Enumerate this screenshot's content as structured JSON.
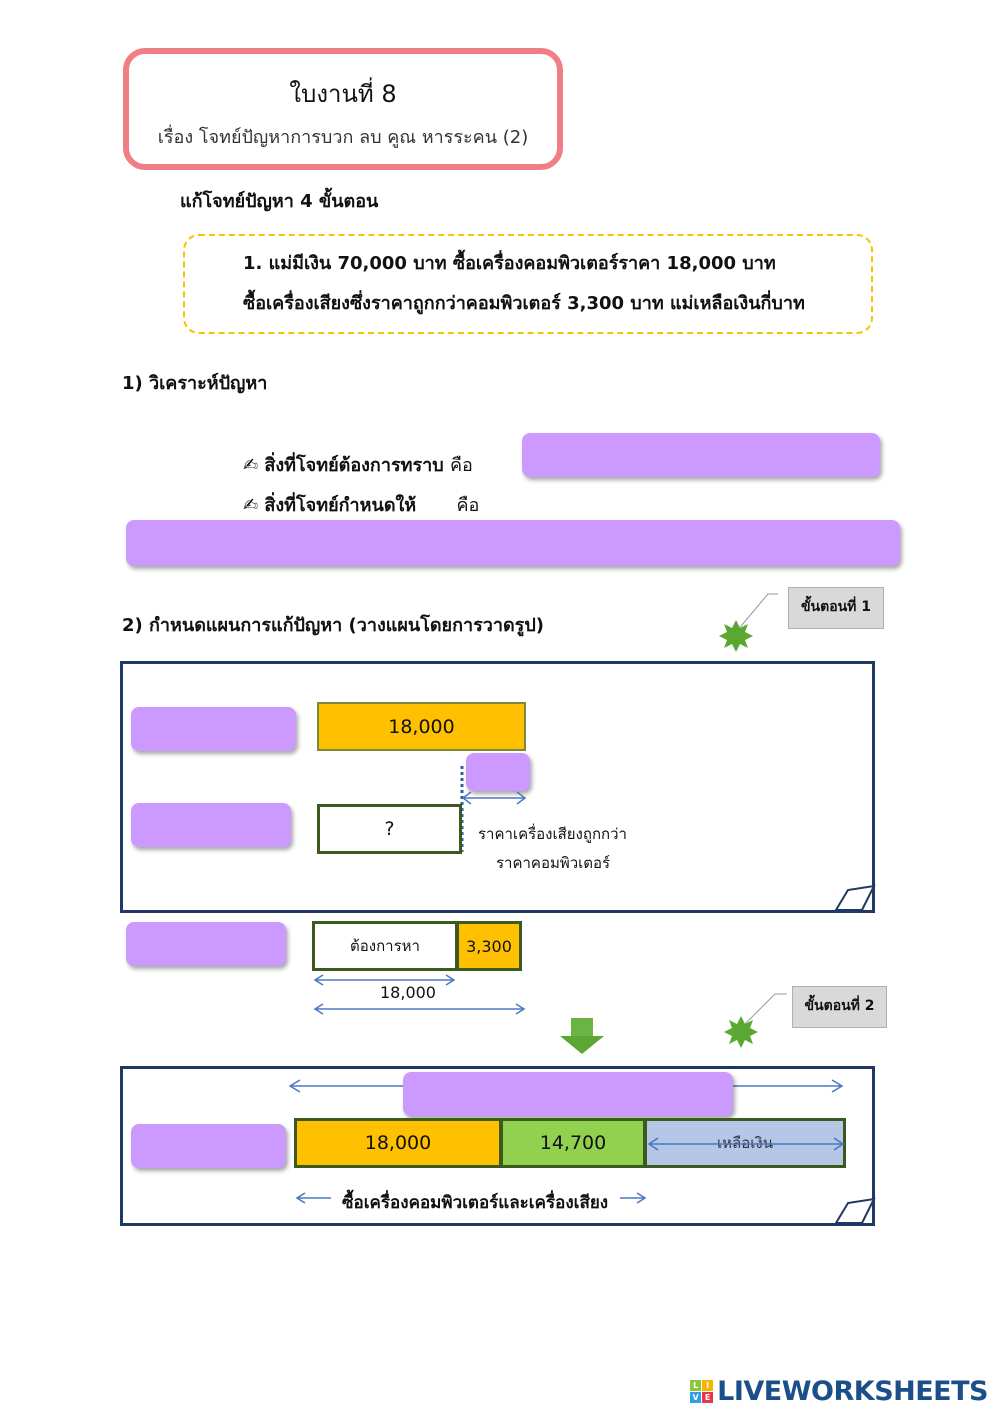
{
  "header": {
    "title": "ใบงานที่ 8",
    "subtitle": "เรื่อง โจทย์ปัญหาการบวก ลบ คูณ หารระคน (2)"
  },
  "steps_heading": "แก้โจทย์ปัญหา 4 ขั้นตอน",
  "problem": {
    "line1": "1.  แม่มีเงิน  70,000 บาท  ซื้อเครื่องคอมพิวเตอร์ราคา 18,000  บาท",
    "line2": "ซื้อเครื่องเสียงซึ่งราคาถูกกว่าคอมพิวเตอร์ 3,300 บาท  แม่เหลือเงินกี่บาท"
  },
  "section1": {
    "heading": "1) วิเคราะห์ปัญหา",
    "rows": [
      {
        "icon": "writing-hand-icon",
        "label": "สิ่งที่โจทย์ต้องการทราบ",
        "is": "คือ"
      },
      {
        "icon": "writing-hand-icon",
        "label": "สิ่งที่โจทย์กำหนดให้",
        "is": "คือ"
      }
    ]
  },
  "section2": {
    "heading": "2) กำหนดแผนการแก้ปัญหา (วางแผนโดยการวาดรูป)",
    "callout1": "ขั้นตอนที่ 1",
    "callout2": "ขั้นตอนที่ 2",
    "diagram1": {
      "computer_value": "18,000",
      "unknown": "?",
      "note_line1": "ราคาเครื่องเสียงถูกกว่า",
      "note_line2": "ราคาคอมพิวเตอร์"
    },
    "diagram_mid": {
      "want_label": "ต้องการหา",
      "diff_value": "3,300",
      "total_value": "18,000"
    },
    "diagram2": {
      "computer_value": "18,000",
      "speaker_value": "14,700",
      "remaining_label": "เหลือเงิน",
      "bottom_label": "ซื้อเครื่องคอมพิวเตอร์และเครื่องเสียง"
    }
  },
  "colors": {
    "title_border": "#ef7f84",
    "dash_border": "#f5c400",
    "answer_box": "#cc99ff",
    "computer_bar": "#ffc000",
    "speaker_bar": "#92d050",
    "remain_bar": "#b4c7e7",
    "panel_border": "#1f3864",
    "star": "#5aa832"
  },
  "footer": {
    "logo_tiles": [
      "L",
      "I",
      "V",
      "E"
    ],
    "logo_text": "LIVEWORKSHEETS"
  }
}
